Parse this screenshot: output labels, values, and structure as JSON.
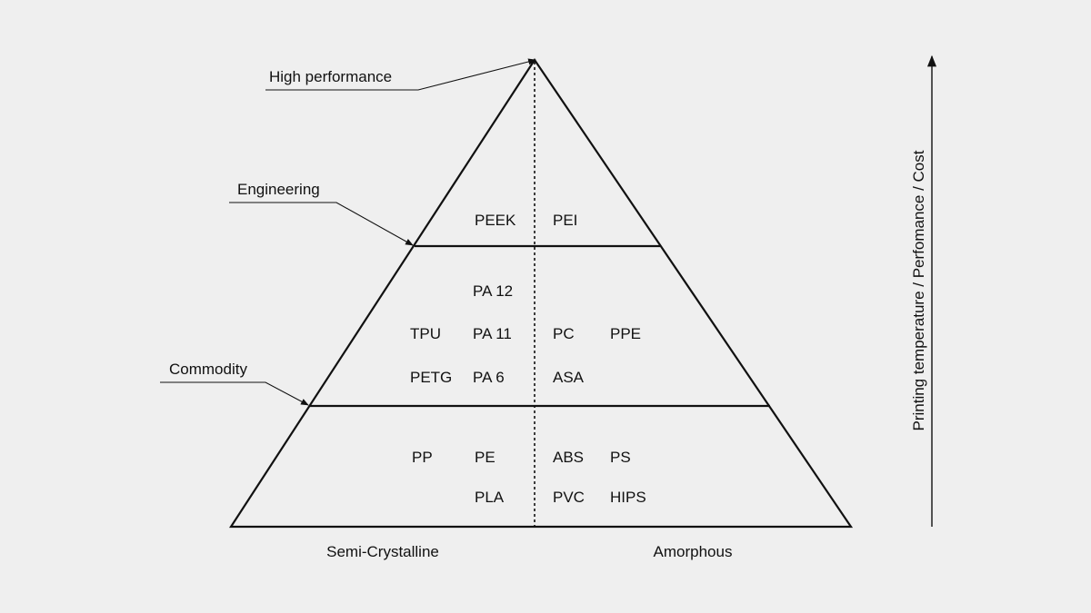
{
  "tiers": {
    "high_performance": "High performance",
    "engineering": "Engineering",
    "commodity": "Commodity"
  },
  "materials": {
    "peek": "PEEK",
    "pei": "PEI",
    "pa12": "PA 12",
    "tpu": "TPU",
    "pa11": "PA 11",
    "pc": "PC",
    "ppe": "PPE",
    "petg": "PETG",
    "pa6": "PA 6",
    "asa": "ASA",
    "pp": "PP",
    "pe": "PE",
    "abs": "ABS",
    "ps": "PS",
    "pla": "PLA",
    "pvc": "PVC",
    "hips": "HIPS"
  },
  "base": {
    "left": "Semi-Crystalline",
    "right": "Amorphous"
  },
  "axis": {
    "label": "Printing temperature / Perfomance / Cost"
  }
}
